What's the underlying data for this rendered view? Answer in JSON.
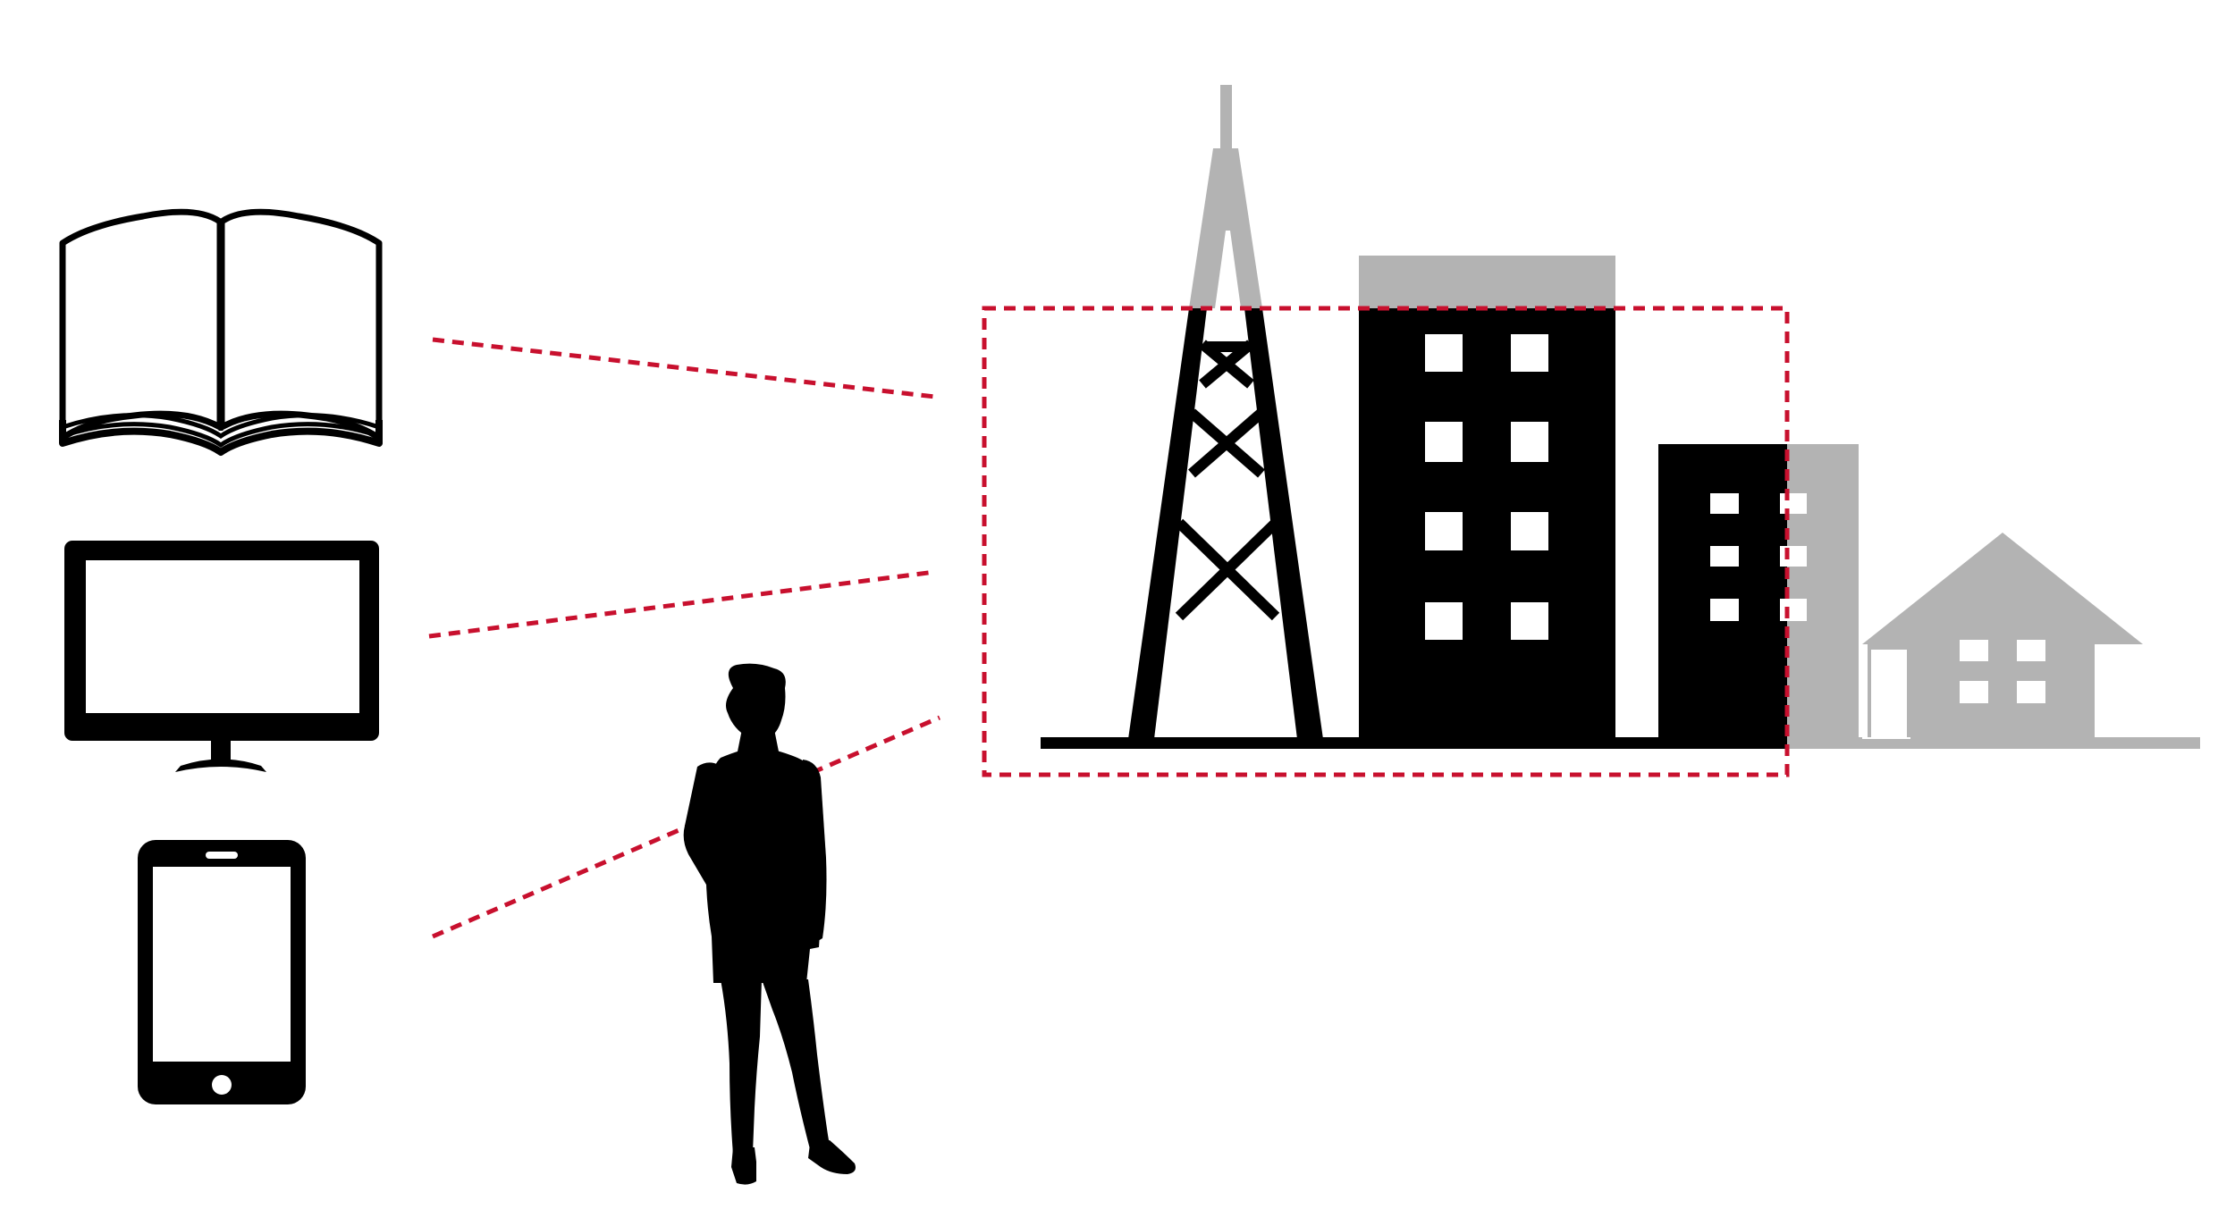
{
  "colors": {
    "background": "#ffffff",
    "foreground": "#000000",
    "muted": "#b3b3b3",
    "accent": "#c8102e"
  },
  "media": [
    {
      "name": "book",
      "icon": "open-book-icon"
    },
    {
      "name": "television",
      "icon": "monitor-icon"
    },
    {
      "name": "smartphone",
      "icon": "smartphone-icon"
    }
  ],
  "viewer": {
    "icon": "person-silhouette-icon"
  },
  "scene": {
    "items": [
      {
        "name": "tower",
        "icon": "tower-icon"
      },
      {
        "name": "office-building",
        "icon": "building-icon"
      },
      {
        "name": "small-building",
        "icon": "building-icon"
      },
      {
        "name": "house",
        "icon": "house-icon"
      }
    ],
    "frame": {
      "style": "dashed",
      "color": "#c8102e"
    }
  }
}
